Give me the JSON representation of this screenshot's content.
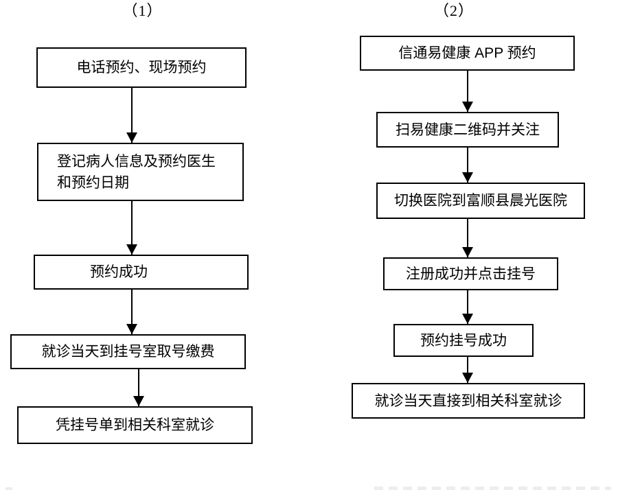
{
  "colors": {
    "ink": "#000000",
    "background": "#ffffff",
    "artifact": "#ebebeb"
  },
  "diagram": {
    "type": "flowchart",
    "columns": [
      {
        "title": "（1）",
        "steps": [
          "电话预约、现场预约",
          "登记病人信息及预约医生\n和预约日期",
          "预约成功",
          "就诊当天到挂号室取号缴费",
          "凭挂号单到相关科室就诊"
        ]
      },
      {
        "title": "（2）",
        "steps": [
          "信通易健康 APP 预约",
          "扫易健康二维码并关注",
          "切换医院到富顺县晨光医院",
          "注册成功并点击挂号",
          "预约挂号成功",
          "就诊当天直接到相关科室就诊"
        ]
      }
    ]
  }
}
